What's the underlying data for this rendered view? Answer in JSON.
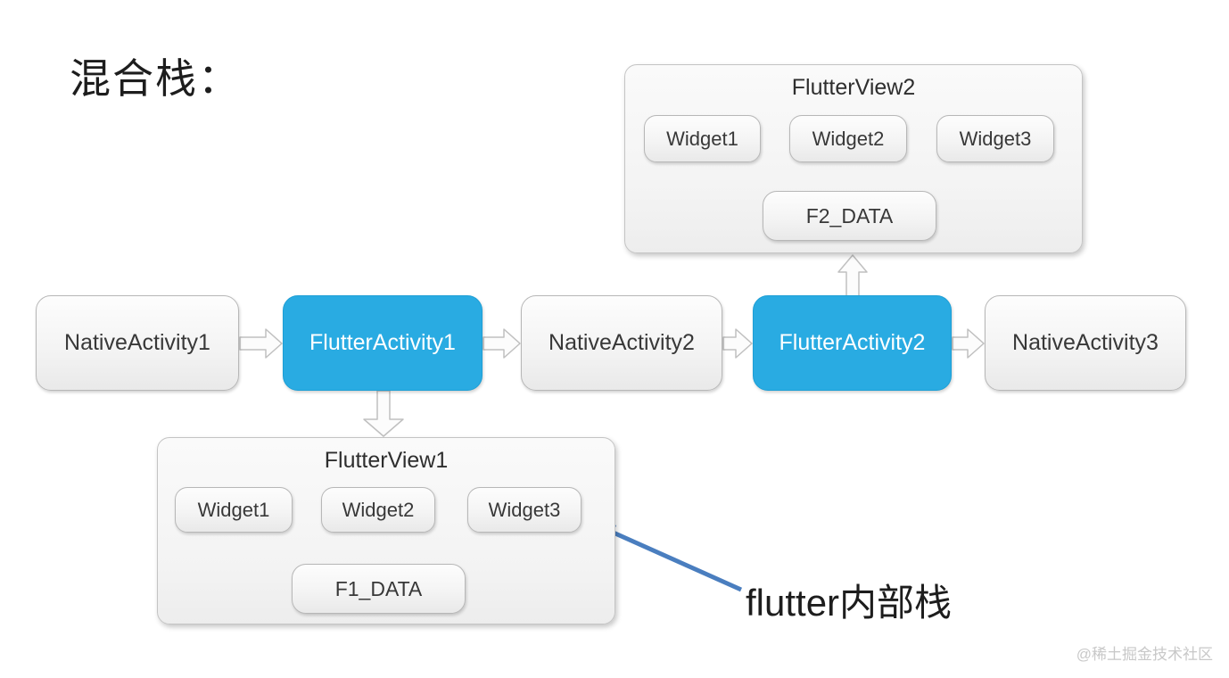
{
  "page": {
    "title": "混合栈：",
    "watermark": "@稀土掘金技术社区"
  },
  "colors": {
    "flutter_blue": "#29abe2",
    "annotation_arrow_blue": "#4a7ebf",
    "node_text": "#383838",
    "watermark_gray": "#c8c8c8"
  },
  "main_flow": {
    "nodes": [
      {
        "label": "NativeActivity1",
        "type": "native"
      },
      {
        "label": "FlutterActivity1",
        "type": "flutter"
      },
      {
        "label": "NativeActivity2",
        "type": "native"
      },
      {
        "label": "FlutterActivity2",
        "type": "flutter"
      },
      {
        "label": "NativeActivity3",
        "type": "native"
      }
    ]
  },
  "flutter_view_2": {
    "title": "FlutterView2",
    "widgets": [
      {
        "label": "Widget1"
      },
      {
        "label": "Widget2"
      },
      {
        "label": "Widget3"
      }
    ],
    "data_node": "F2_DATA"
  },
  "flutter_view_1": {
    "title": "FlutterView1",
    "widgets": [
      {
        "label": "Widget1"
      },
      {
        "label": "Widget2"
      },
      {
        "label": "Widget3"
      }
    ],
    "data_node": "F1_DATA"
  },
  "annotation": {
    "label": "flutter内部栈"
  }
}
